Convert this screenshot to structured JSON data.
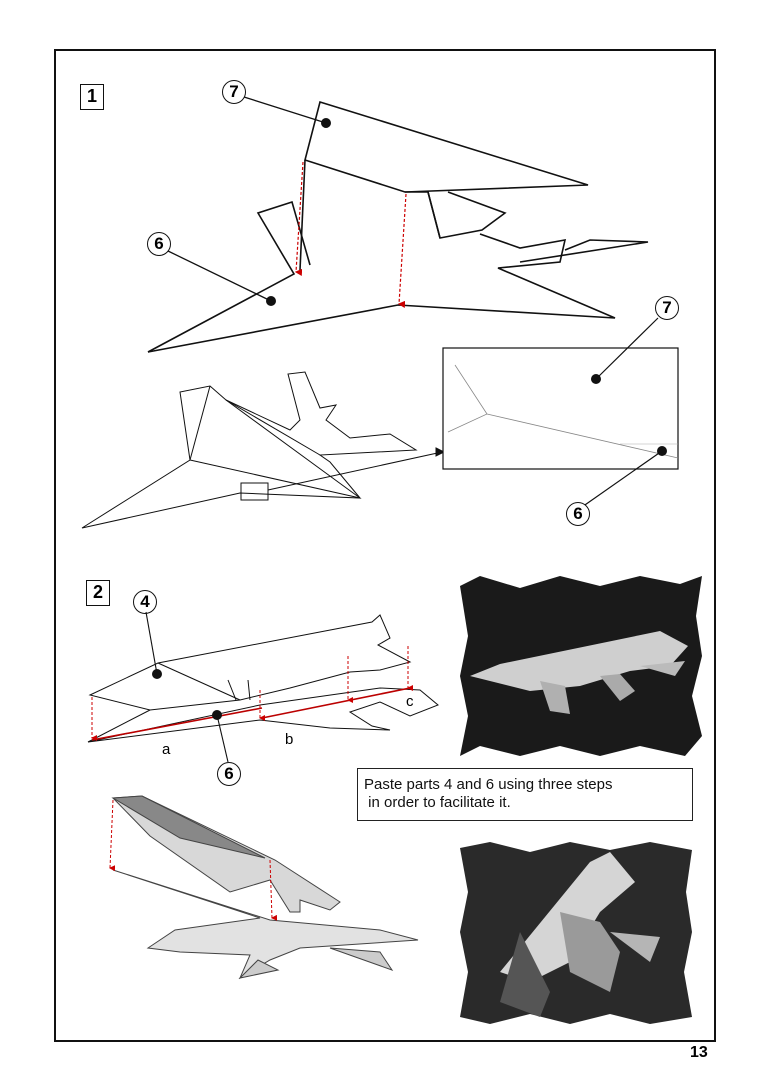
{
  "steps": [
    {
      "number": "1"
    },
    {
      "number": "2"
    }
  ],
  "callouts": {
    "step1_part7_top": "7",
    "step1_part6_left": "6",
    "step1_detail_part7": "7",
    "step1_detail_part6": "6",
    "step2_part4": "4",
    "step2_part6": "6"
  },
  "paste_steps": {
    "a": "a",
    "b": "b",
    "c": "c"
  },
  "instruction": {
    "line1": "Paste parts 4 and 6 using three steps",
    "line2": " in order to facilitate it."
  },
  "page_number": "13",
  "colors": {
    "line": "#111111",
    "guide_arrow": "#cc0000",
    "photo_bg": "#1a1a1a"
  }
}
